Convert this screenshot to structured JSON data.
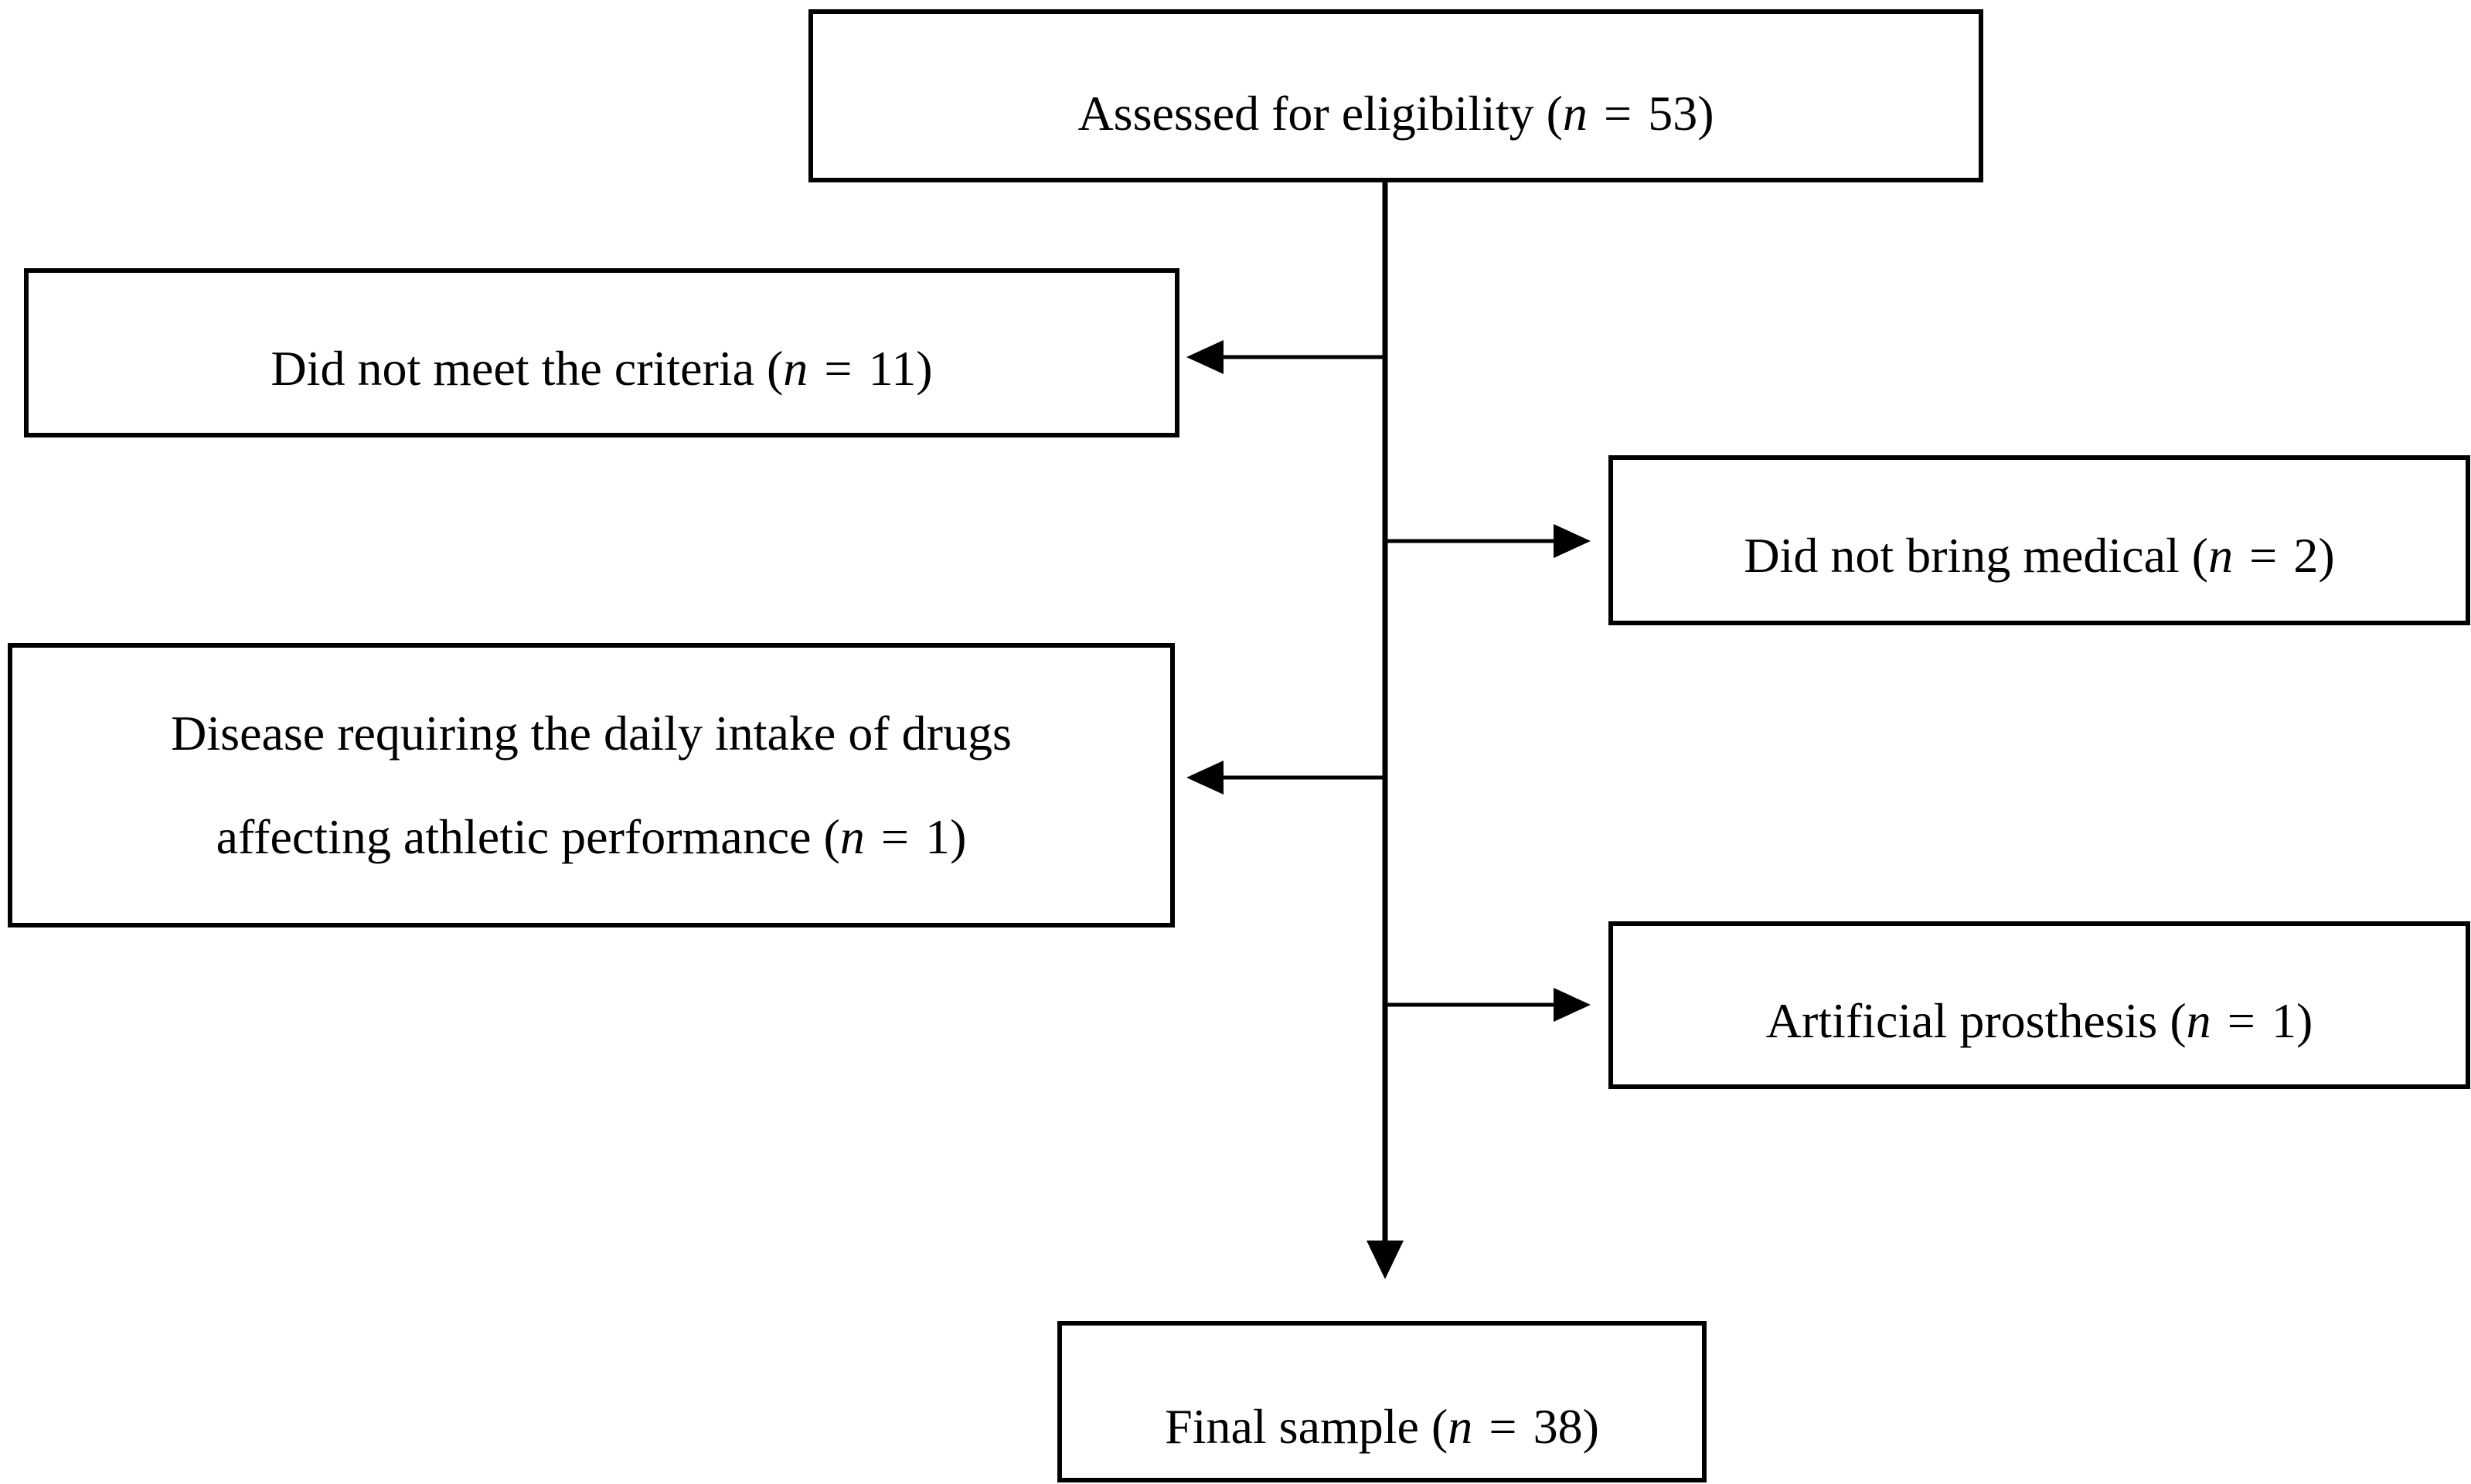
{
  "flowchart": {
    "assessed": {
      "text": "Assessed for eligibility (",
      "n_symbol": "n",
      "equals": "=",
      "value": "53)"
    },
    "excluded_criteria": {
      "text": "Did not meet the criteria (",
      "n_symbol": "n",
      "equals": "=",
      "value": "11)"
    },
    "excluded_medical": {
      "text": "Did not bring medical (",
      "n_symbol": "n",
      "equals": "=",
      "value": "2)"
    },
    "excluded_disease": {
      "line1": "Disease requiring the daily intake of drugs",
      "line2_text": "affecting athletic performance (",
      "n_symbol": "n",
      "equals": "=",
      "value": "1)"
    },
    "excluded_prosthesis": {
      "text": "Artificial prosthesis (",
      "n_symbol": "n",
      "equals": "=",
      "value": "1)"
    },
    "final": {
      "text": "Final sample (",
      "n_symbol": "n",
      "equals": "=",
      "value": "38)"
    }
  },
  "colors": {
    "stroke": "#000000",
    "background": "#ffffff"
  }
}
